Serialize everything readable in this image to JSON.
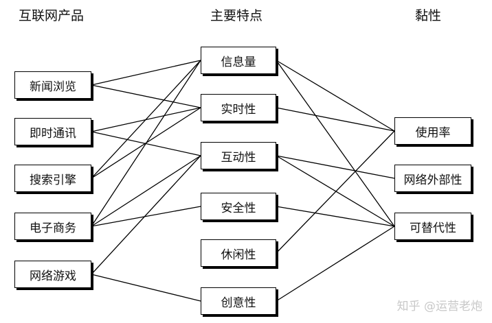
{
  "headers": {
    "products": "互联网产品",
    "features": "主要特点",
    "stickiness": "黏性"
  },
  "products": [
    "新闻浏览",
    "即时通讯",
    "搜索引擎",
    "电子商务",
    "网络游戏"
  ],
  "features": [
    "信息量",
    "实时性",
    "互动性",
    "安全性",
    "休闲性",
    "创意性"
  ],
  "stickiness": [
    "使用率",
    "网络外部性",
    "可替代性"
  ],
  "links_product_feature": [
    [
      "新闻浏览",
      "信息量"
    ],
    [
      "新闻浏览",
      "实时性"
    ],
    [
      "即时通讯",
      "实时性"
    ],
    [
      "即时通讯",
      "互动性"
    ],
    [
      "搜索引擎",
      "信息量"
    ],
    [
      "搜索引擎",
      "实时性"
    ],
    [
      "电子商务",
      "信息量"
    ],
    [
      "电子商务",
      "互动性"
    ],
    [
      "电子商务",
      "安全性"
    ],
    [
      "网络游戏",
      "互动性"
    ],
    [
      "网络游戏",
      "创意性"
    ]
  ],
  "links_feature_stickiness": [
    [
      "信息量",
      "使用率"
    ],
    [
      "信息量",
      "可替代性"
    ],
    [
      "实时性",
      "使用率"
    ],
    [
      "互动性",
      "网络外部性"
    ],
    [
      "互动性",
      "可替代性"
    ],
    [
      "安全性",
      "可替代性"
    ],
    [
      "休闲性",
      "使用率"
    ],
    [
      "创意性",
      "可替代性"
    ]
  ],
  "watermark": "知乎 @运营老炮"
}
